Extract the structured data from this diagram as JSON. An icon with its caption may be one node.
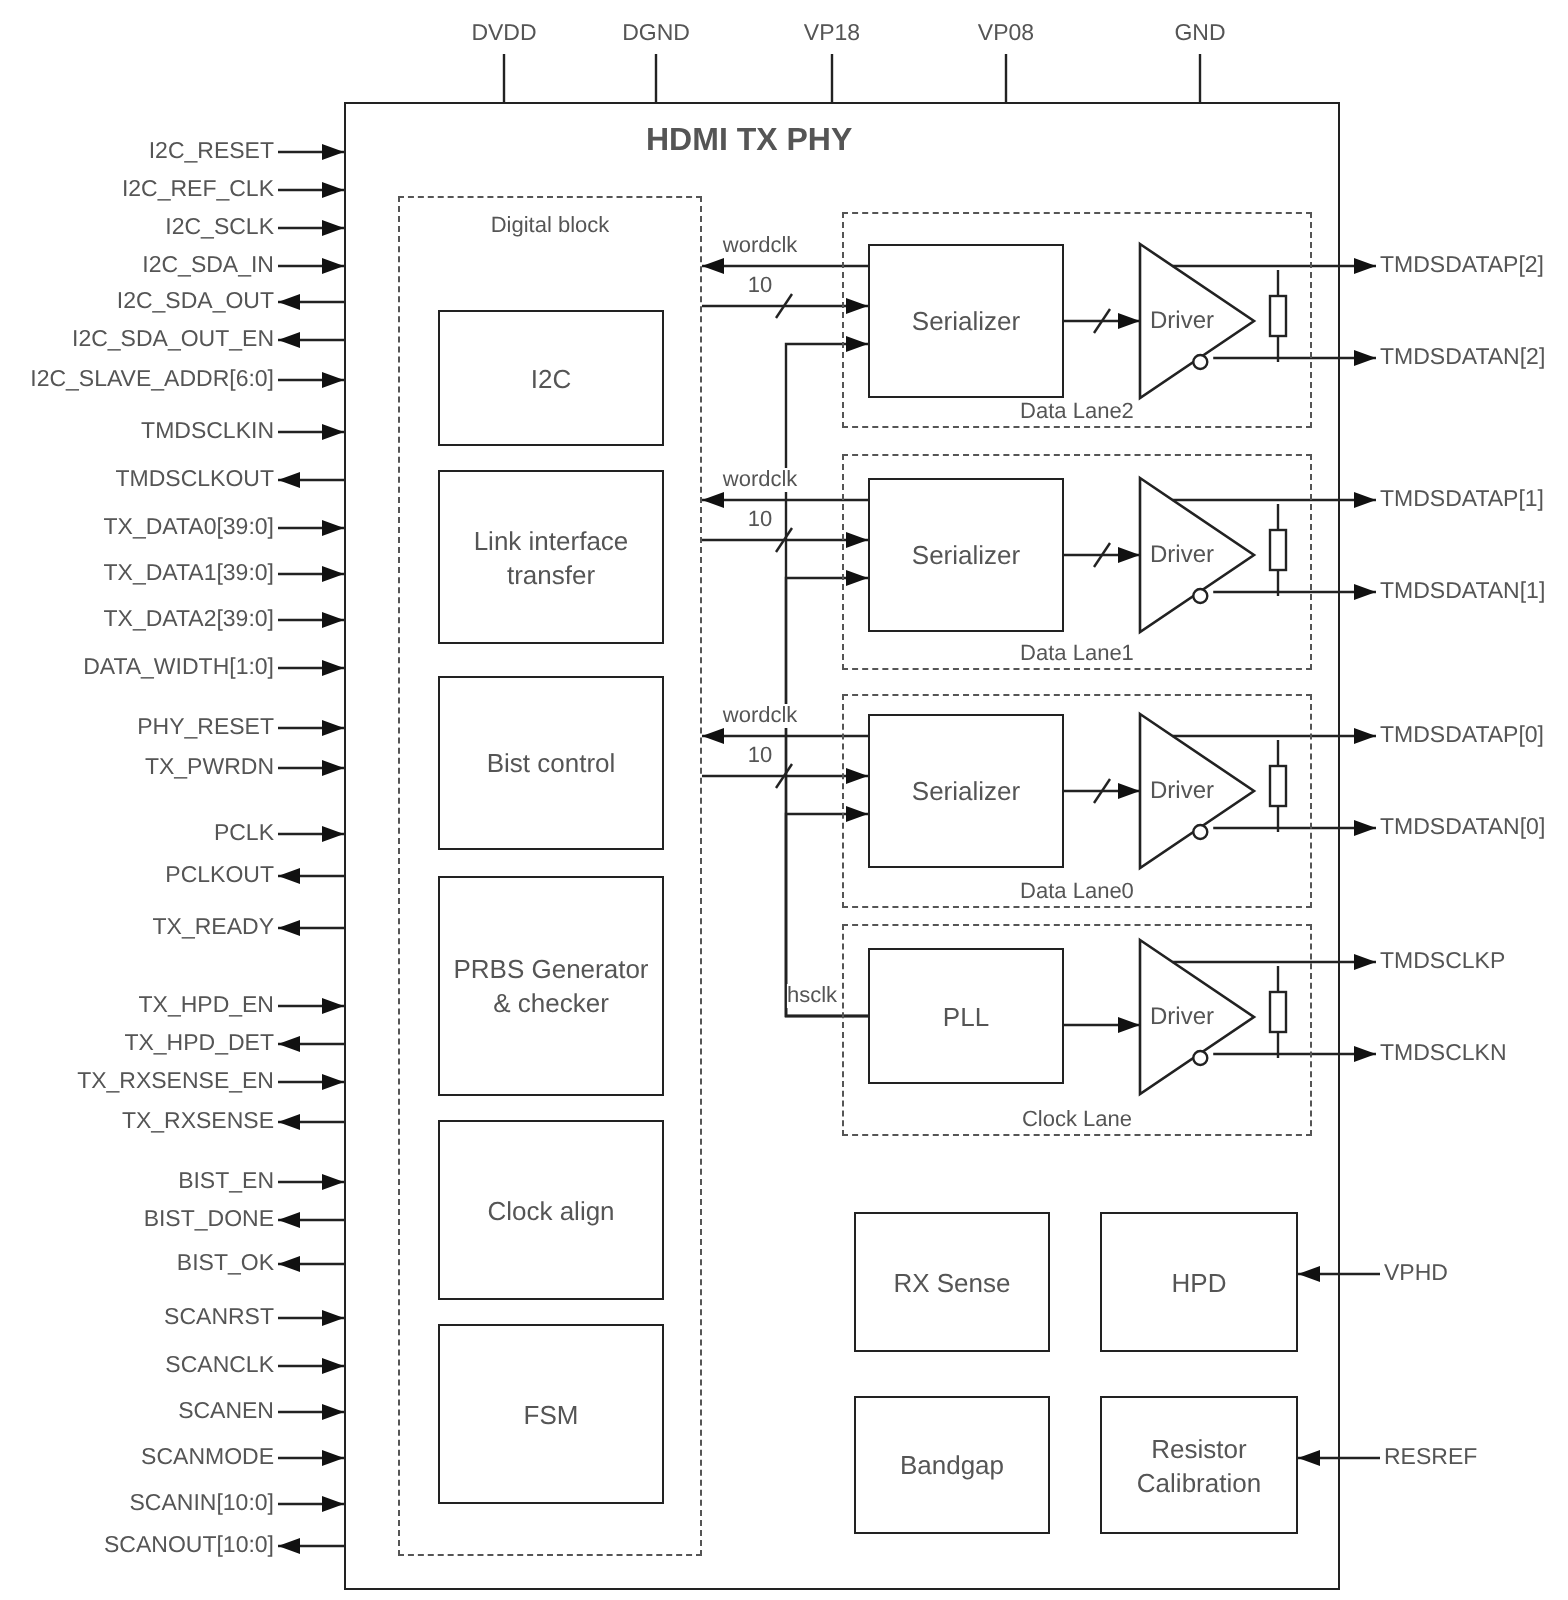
{
  "diagram": {
    "nodes": [
      {
        "text": [
          "HDMI TX PHY"
        ]
      },
      {
        "text": [
          "Digital block"
        ],
        "in": 0
      },
      {
        "text": [
          "I2C"
        ],
        "in": 1
      },
      {
        "text": [
          "Link interface transfer"
        ],
        "in": 1
      },
      {
        "text": [
          "Bist control"
        ],
        "in": 1
      },
      {
        "text": [
          "PRBS Generator & checker"
        ],
        "in": 1
      },
      {
        "text": [
          "Clock align"
        ],
        "in": 1
      },
      {
        "text": [
          "FSM"
        ],
        "in": 1
      },
      {
        "text": [
          "Data Lane2"
        ],
        "in": 0
      },
      {
        "text": [
          "Serializer"
        ],
        "in": 8
      },
      {
        "text": [
          "Driver"
        ],
        "in": 8
      },
      {
        "text": [
          "Data Lane1"
        ],
        "in": 0
      },
      {
        "text": [
          "Serializer"
        ],
        "in": 11
      },
      {
        "text": [
          "Driver"
        ],
        "in": 11
      },
      {
        "text": [
          "Data Lane0"
        ],
        "in": 0
      },
      {
        "text": [
          "Serializer"
        ],
        "in": 14
      },
      {
        "text": [
          "Driver"
        ],
        "in": 14
      },
      {
        "text": [
          "Clock Lane"
        ],
        "in": 0
      },
      {
        "text": [
          "PLL"
        ],
        "in": 17
      },
      {
        "text": [
          "Driver"
        ],
        "in": 17
      },
      {
        "text": [
          "RX Sense"
        ],
        "in": 0
      },
      {
        "text": [
          "HPD"
        ],
        "in": 0
      },
      {
        "text": [
          "Bandgap"
        ],
        "in": 0
      },
      {
        "text": [
          "Resistor Calibration"
        ],
        "in": 0
      },
      {
        "text": [
          "DVDD"
        ]
      },
      {
        "text": [
          "DGND"
        ]
      },
      {
        "text": [
          "VP18"
        ]
      },
      {
        "text": [
          "VP08"
        ]
      },
      {
        "text": [
          "GND"
        ]
      },
      {
        "text": [
          "I2C_RESET"
        ]
      },
      {
        "text": [
          "I2C_REF_CLK"
        ]
      },
      {
        "text": [
          "I2C_SCLK"
        ]
      },
      {
        "text": [
          "I2C_SDA_IN"
        ]
      },
      {
        "text": [
          "I2C_SDA_OUT"
        ]
      },
      {
        "text": [
          "I2C_SDA_OUT_EN"
        ]
      },
      {
        "text": [
          "I2C_SLAVE_ADDR[6:0]"
        ]
      },
      {
        "text": [
          "TMDSCLKIN"
        ]
      },
      {
        "text": [
          "TMDSCLKOUT"
        ]
      },
      {
        "text": [
          "TX_DATA0[39:0]"
        ]
      },
      {
        "text": [
          "TX_DATA1[39:0]"
        ]
      },
      {
        "text": [
          "TX_DATA2[39:0]"
        ]
      },
      {
        "text": [
          "DATA_WIDTH[1:0]"
        ]
      },
      {
        "text": [
          "PHY_RESET"
        ]
      },
      {
        "text": [
          "TX_PWRDN"
        ]
      },
      {
        "text": [
          "PCLK"
        ]
      },
      {
        "text": [
          "PCLKOUT"
        ]
      },
      {
        "text": [
          "TX_READY"
        ]
      },
      {
        "text": [
          "TX_HPD_EN"
        ]
      },
      {
        "text": [
          "TX_HPD_DET"
        ]
      },
      {
        "text": [
          "TX_RXSENSE_EN"
        ]
      },
      {
        "text": [
          "TX_RXSENSE"
        ]
      },
      {
        "text": [
          "BIST_EN"
        ]
      },
      {
        "text": [
          "BIST_DONE"
        ]
      },
      {
        "text": [
          "BIST_OK"
        ]
      },
      {
        "text": [
          "SCANRST"
        ]
      },
      {
        "text": [
          "SCANCLK"
        ]
      },
      {
        "text": [
          "SCANEN"
        ]
      },
      {
        "text": [
          "SCANMODE"
        ]
      },
      {
        "text": [
          "SCANIN[10:0]"
        ]
      },
      {
        "text": [
          "SCANOUT[10:0]"
        ]
      },
      {
        "text": [
          "TMDSDATAP[2]"
        ]
      },
      {
        "text": [
          "TMDSDATAN[2]"
        ]
      },
      {
        "text": [
          "TMDSDATAP[1]"
        ]
      },
      {
        "text": [
          "TMDSDATAN[1]"
        ]
      },
      {
        "text": [
          "TMDSDATAP[0]"
        ]
      },
      {
        "text": [
          "TMDSDATAN[0]"
        ]
      },
      {
        "text": [
          "TMDSCLKP"
        ]
      },
      {
        "text": [
          "TMDSCLKN"
        ]
      },
      {
        "text": [
          "VPHD"
        ]
      },
      {
        "text": [
          "RESREF"
        ]
      }
    ],
    "edges": [
      {
        "from": 24,
        "to": 0,
        "arrow": "none"
      },
      {
        "from": 25,
        "to": 0,
        "arrow": "none"
      },
      {
        "from": 26,
        "to": 0,
        "arrow": "none"
      },
      {
        "from": 27,
        "to": 0,
        "arrow": "none"
      },
      {
        "from": 28,
        "to": 0,
        "arrow": "none"
      },
      {
        "from": 29,
        "to": 0,
        "arrow": "to"
      },
      {
        "from": 30,
        "to": 0,
        "arrow": "to"
      },
      {
        "from": 31,
        "to": 0,
        "arrow": "to"
      },
      {
        "from": 32,
        "to": 0,
        "arrow": "to"
      },
      {
        "from": 0,
        "to": 33,
        "arrow": "to"
      },
      {
        "from": 0,
        "to": 34,
        "arrow": "to"
      },
      {
        "from": 35,
        "to": 0,
        "arrow": "to"
      },
      {
        "from": 36,
        "to": 0,
        "arrow": "to"
      },
      {
        "from": 0,
        "to": 37,
        "arrow": "to"
      },
      {
        "from": 38,
        "to": 0,
        "arrow": "to"
      },
      {
        "from": 39,
        "to": 0,
        "arrow": "to"
      },
      {
        "from": 40,
        "to": 0,
        "arrow": "to"
      },
      {
        "from": 41,
        "to": 0,
        "arrow": "to"
      },
      {
        "from": 42,
        "to": 0,
        "arrow": "to"
      },
      {
        "from": 43,
        "to": 0,
        "arrow": "to"
      },
      {
        "from": 44,
        "to": 0,
        "arrow": "to"
      },
      {
        "from": 0,
        "to": 45,
        "arrow": "to"
      },
      {
        "from": 0,
        "to": 46,
        "arrow": "to"
      },
      {
        "from": 47,
        "to": 0,
        "arrow": "to"
      },
      {
        "from": 0,
        "to": 48,
        "arrow": "to"
      },
      {
        "from": 49,
        "to": 0,
        "arrow": "to"
      },
      {
        "from": 0,
        "to": 50,
        "arrow": "to"
      },
      {
        "from": 51,
        "to": 0,
        "arrow": "to"
      },
      {
        "from": 0,
        "to": 52,
        "arrow": "to"
      },
      {
        "from": 0,
        "to": 53,
        "arrow": "to"
      },
      {
        "from": 54,
        "to": 0,
        "arrow": "to"
      },
      {
        "from": 55,
        "to": 0,
        "arrow": "to"
      },
      {
        "from": 56,
        "to": 0,
        "arrow": "to"
      },
      {
        "from": 57,
        "to": 0,
        "arrow": "to"
      },
      {
        "from": 58,
        "to": 0,
        "arrow": "to"
      },
      {
        "from": 0,
        "to": 59,
        "arrow": "to"
      },
      {
        "from": 9,
        "to": 1,
        "arrow": "to",
        "label": "wordclk"
      },
      {
        "from": 1,
        "to": 9,
        "arrow": "to",
        "label": "10"
      },
      {
        "from": 18,
        "to": 9,
        "arrow": "to"
      },
      {
        "from": 9,
        "to": 10,
        "arrow": "to"
      },
      {
        "from": 10,
        "to": 60,
        "arrow": "to"
      },
      {
        "from": 10,
        "to": 61,
        "arrow": "to"
      },
      {
        "from": 12,
        "to": 1,
        "arrow": "to",
        "label": "wordclk"
      },
      {
        "from": 1,
        "to": 12,
        "arrow": "to",
        "label": "10"
      },
      {
        "from": 18,
        "to": 12,
        "arrow": "to"
      },
      {
        "from": 12,
        "to": 13,
        "arrow": "to"
      },
      {
        "from": 13,
        "to": 62,
        "arrow": "to"
      },
      {
        "from": 13,
        "to": 63,
        "arrow": "to"
      },
      {
        "from": 15,
        "to": 1,
        "arrow": "to",
        "label": "wordclk"
      },
      {
        "from": 1,
        "to": 15,
        "arrow": "to",
        "label": "10"
      },
      {
        "from": 18,
        "to": 15,
        "arrow": "to",
        "label": "hsclk"
      },
      {
        "from": 15,
        "to": 16,
        "arrow": "to"
      },
      {
        "from": 16,
        "to": 64,
        "arrow": "to"
      },
      {
        "from": 16,
        "to": 65,
        "arrow": "to"
      },
      {
        "from": 18,
        "to": 19,
        "arrow": "to"
      },
      {
        "from": 19,
        "to": 66,
        "arrow": "to"
      },
      {
        "from": 19,
        "to": 67,
        "arrow": "to"
      },
      {
        "from": 68,
        "to": 21,
        "arrow": "to"
      },
      {
        "from": 69,
        "to": 23,
        "arrow": "to"
      }
    ]
  }
}
